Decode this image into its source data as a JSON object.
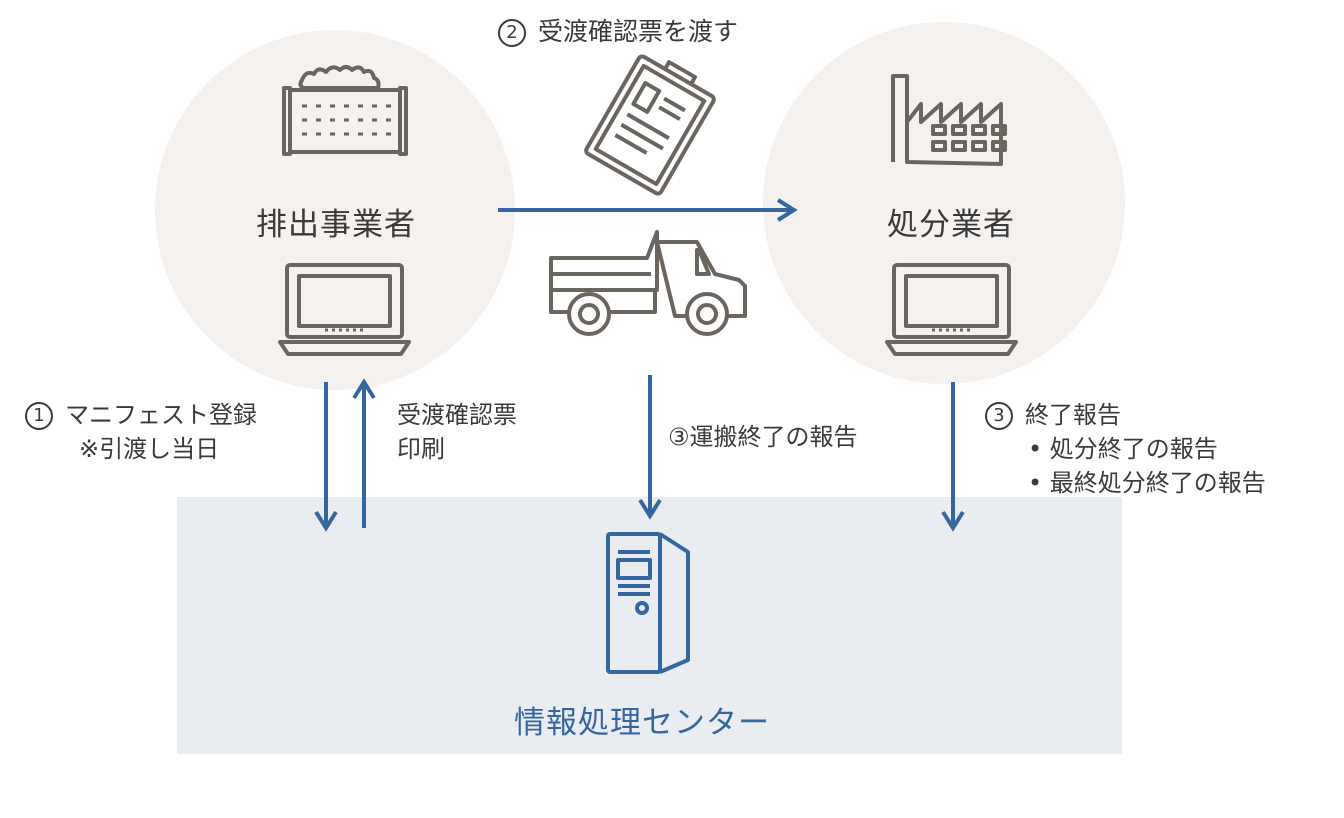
{
  "top_step": {
    "num": "2",
    "text": "受渡確認票を渡す"
  },
  "nodes": {
    "emitter": {
      "name": "排出事業者"
    },
    "disposer": {
      "name": "処分業者"
    },
    "center": {
      "name": "情報処理センター"
    }
  },
  "left_steps": {
    "register_num": "1",
    "register_line1": "マニフェスト登録",
    "register_line2": "※引渡し当日",
    "print_line1": "受渡確認票",
    "print_line2": "印刷"
  },
  "transport_report": {
    "text": "③運搬終了の報告"
  },
  "completion": {
    "num": "3",
    "title": "終了報告",
    "items": [
      "処分終了の報告",
      "最終処分終了の報告"
    ]
  },
  "colors": {
    "arrow": "#3566a0",
    "icon": "#6b6560",
    "circle_bg": "#f4f1ee",
    "center_bg": "#e9ecf0"
  }
}
